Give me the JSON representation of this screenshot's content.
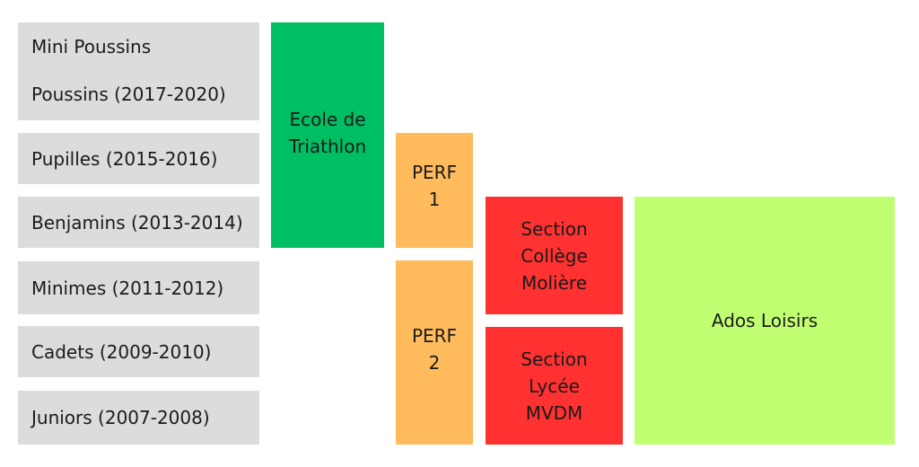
{
  "categories": [
    {
      "lines": [
        "Mini Poussins",
        "Poussins (2017-2020)"
      ]
    },
    {
      "lines": [
        "Pupilles (2015-2016)"
      ]
    },
    {
      "lines": [
        "Benjamins (2013-2014)"
      ]
    },
    {
      "lines": [
        "Minimes (2011-2012)"
      ]
    },
    {
      "lines": [
        "Cadets (2009-2010)"
      ]
    },
    {
      "lines": [
        "Juniors (2007-2008)"
      ]
    }
  ],
  "groups": {
    "ecole": {
      "lines": [
        "Ecole de",
        "Triathlon"
      ],
      "color": "#00bf63"
    },
    "perf1": {
      "lines": [
        "PERF",
        "1"
      ],
      "color": "#ffbb5c"
    },
    "perf2": {
      "lines": [
        "PERF",
        "2"
      ],
      "color": "#ffbb5c"
    },
    "section_college": {
      "lines": [
        "Section",
        "Collège",
        "Molière"
      ],
      "color": "#ff3131"
    },
    "section_lycee": {
      "lines": [
        "Section",
        "Lycée",
        "MVDM"
      ],
      "color": "#ff3131"
    },
    "ados_loisirs": {
      "lines": [
        "Ados Loisirs"
      ],
      "color": "#c1ff72"
    }
  },
  "category_color": "#dcdcdc"
}
